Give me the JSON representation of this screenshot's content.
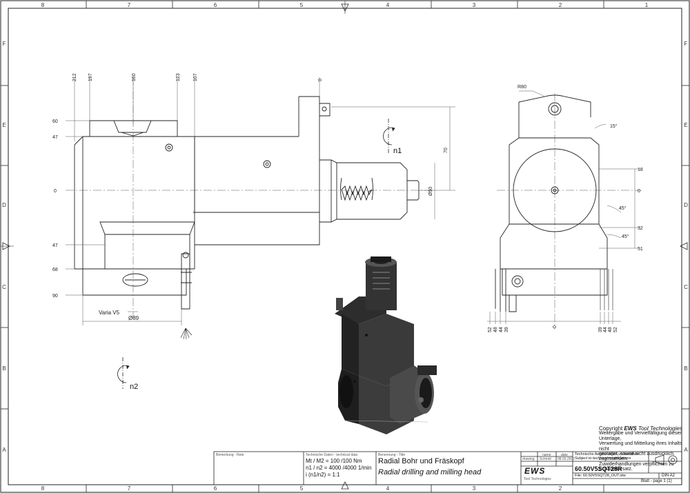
{
  "frame": {
    "col_labels": [
      "8",
      "7",
      "6",
      "5",
      "4",
      "3",
      "2",
      "1"
    ],
    "row_labels": [
      "F",
      "E",
      "D",
      "C",
      "B",
      "A"
    ]
  },
  "side_view": {
    "top_dims": [
      "212",
      "197",
      "160",
      "123",
      "107",
      "0"
    ],
    "left_dims": [
      "60",
      "47",
      "0",
      "47",
      "68",
      "90"
    ],
    "dim_70": "70",
    "dim_d50": "Ø50",
    "n1": "n1",
    "n2": "n2",
    "varia": "Varia V5",
    "dim_d89": "Ø89"
  },
  "front_view": {
    "r80": "R80",
    "angle_15": "15°",
    "angle_45a": "45°",
    "angle_45b": "45°",
    "right_dims": [
      "18",
      "0",
      "32",
      "51"
    ],
    "bottom_left_dims": [
      "52",
      "48",
      "44",
      "39"
    ],
    "bottom_center": "0",
    "bottom_right_dims": [
      "39",
      "44",
      "48",
      "52"
    ]
  },
  "copyright": {
    "title_prefix": "Copyright",
    "title_brand": "EWS",
    "title_suffix": "Tool Technologies",
    "lines": [
      "Weitergabe und Vervielfältigung dieser Unterlage,",
      "Verwertung und Mitteilung ihres Inhalts nicht",
      "gestattet, soweit nicht ausdrücklich zugestanden.",
      "Zuwiderhandlungen verpflichten zu Schadenersatz."
    ]
  },
  "title_block": {
    "remark_label": "Bemerkung - Note",
    "tech_label": "Technische Daten - technical data",
    "torque": "Mt / M2 = 100 /100 Nm",
    "speed": "n1 / n2 = 4000 /4000  1/min",
    "ratio": "i  (n1/n2) = 1:1",
    "desc_label": "Benennung - Title",
    "title_de": "Radial Bohr und Fräskopf",
    "title_en": "Radial drilling and milling head",
    "name_header": "name",
    "date_header": "date",
    "drawing_label": "drawing",
    "drawer": "Schmid",
    "date": "08.03.2007",
    "tech_change_de": "Technische Aenderungen vorbehalten",
    "tech_change_en": "Subject to technical modifications",
    "part_no": "60.50V5SQT28R",
    "file": "File: 60.50V5SQT28_OUT.idw",
    "ews_logo": "EWS",
    "ews_sub": "Tool Technologies",
    "din": "DIN A2",
    "sheet": "Blatt - page  1 (1)"
  }
}
